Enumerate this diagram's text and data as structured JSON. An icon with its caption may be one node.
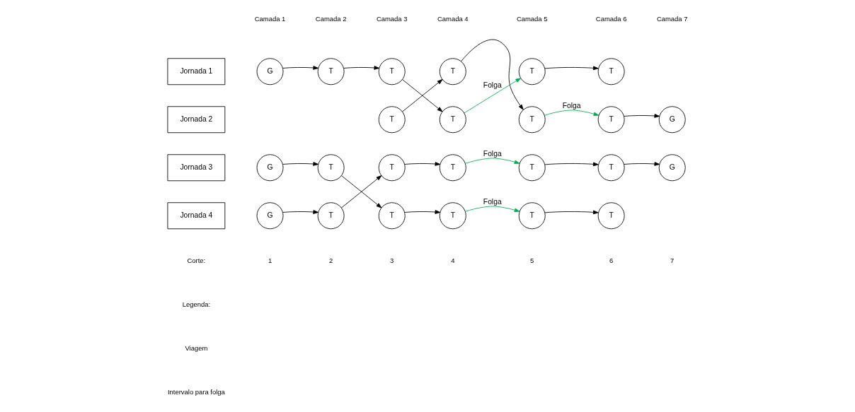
{
  "diagram": {
    "nodes": [
      {
        "text": [
          "Jornada 1"
        ]
      },
      {
        "text": [
          "Jornada 2"
        ]
      },
      {
        "text": [
          "Jornada 3"
        ]
      },
      {
        "text": [
          "Jornada 4"
        ]
      },
      {
        "text": [
          "G"
        ]
      },
      {
        "text": [
          "T"
        ]
      },
      {
        "text": [
          "T"
        ]
      },
      {
        "text": [
          "T"
        ]
      },
      {
        "text": [
          "T"
        ]
      },
      {
        "text": [
          "T"
        ]
      },
      {
        "text": [
          "T"
        ]
      },
      {
        "text": [
          "T"
        ]
      },
      {
        "text": [
          "T"
        ]
      },
      {
        "text": [
          "T"
        ]
      },
      {
        "text": [
          "G"
        ]
      },
      {
        "text": [
          "G"
        ]
      },
      {
        "text": [
          "T"
        ]
      },
      {
        "text": [
          "T"
        ]
      },
      {
        "text": [
          "T"
        ]
      },
      {
        "text": [
          "T"
        ]
      },
      {
        "text": [
          "T"
        ]
      },
      {
        "text": [
          "G"
        ]
      },
      {
        "text": [
          "G"
        ]
      },
      {
        "text": [
          "T"
        ]
      },
      {
        "text": [
          "T"
        ]
      },
      {
        "text": [
          "T"
        ]
      },
      {
        "text": [
          "T"
        ]
      },
      {
        "text": [
          "T"
        ]
      }
    ],
    "edges": [
      {
        "from": 4,
        "to": 5,
        "arrow": "to"
      },
      {
        "from": 5,
        "to": 6,
        "arrow": "to"
      },
      {
        "from": 6,
        "to": 11,
        "arrow": "to"
      },
      {
        "from": 10,
        "to": 7,
        "arrow": "to"
      },
      {
        "from": 7,
        "to": 12,
        "arrow": "to"
      },
      {
        "from": 11,
        "to": 8,
        "arrow": "to",
        "label": "Folga",
        "color": "#00b050"
      },
      {
        "from": 8,
        "to": 9,
        "arrow": "to"
      },
      {
        "from": 12,
        "to": 13,
        "arrow": "to",
        "label": "Folga",
        "color": "#00b050"
      },
      {
        "from": 13,
        "to": 14,
        "arrow": "to"
      },
      {
        "from": 15,
        "to": 16,
        "arrow": "to"
      },
      {
        "from": 16,
        "to": 24,
        "arrow": "to"
      },
      {
        "from": 23,
        "to": 17,
        "arrow": "to"
      },
      {
        "from": 17,
        "to": 18,
        "arrow": "to"
      },
      {
        "from": 18,
        "to": 19,
        "arrow": "to",
        "label": "Folga",
        "color": "#00b050"
      },
      {
        "from": 19,
        "to": 20,
        "arrow": "to"
      },
      {
        "from": 20,
        "to": 21,
        "arrow": "to"
      },
      {
        "from": 22,
        "to": 23,
        "arrow": "to"
      },
      {
        "from": 24,
        "to": 25,
        "arrow": "to"
      },
      {
        "from": 25,
        "to": 26,
        "arrow": "to",
        "label": "Folga",
        "color": "#00b050"
      },
      {
        "from": 26,
        "to": 27,
        "arrow": "to"
      }
    ],
    "labels": [
      "Camada 1",
      "Camada 2",
      "Camada 3",
      "Camada 4",
      "Camada 5",
      "Camada 6",
      "Camada 7",
      "Corte:",
      "1",
      "2",
      "3",
      "4",
      "5",
      "6",
      "7",
      "Legenda:"
    ],
    "legend": [
      {
        "text": "Viagem"
      },
      {
        "text": "Intervalo para folga"
      }
    ]
  }
}
